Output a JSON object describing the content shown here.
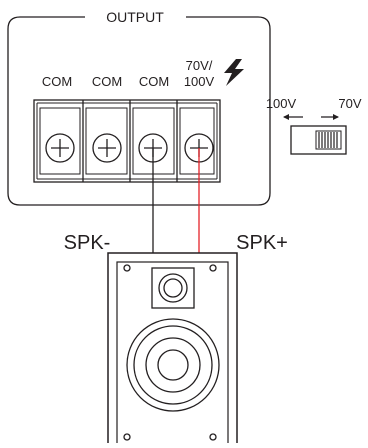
{
  "panel": {
    "title": "OUTPUT",
    "terminals": [
      {
        "label": "COM"
      },
      {
        "label": "COM"
      },
      {
        "label": "COM"
      },
      {
        "label_line1": "70V/",
        "label_line2": "100V",
        "icon": "lightning-bolt-icon"
      }
    ]
  },
  "switch": {
    "left_label": "100V",
    "right_label": "70V",
    "left_arrow": "←",
    "right_arrow": "→"
  },
  "wires": {
    "negative_label": "SPK-",
    "positive_label": "SPK+",
    "negative_color": "#231f20",
    "positive_color": "#e52228"
  },
  "speaker": {
    "icon": "loudspeaker-icon"
  },
  "colors": {
    "line": "#231f20",
    "terminal_fill": "#ffffff"
  }
}
